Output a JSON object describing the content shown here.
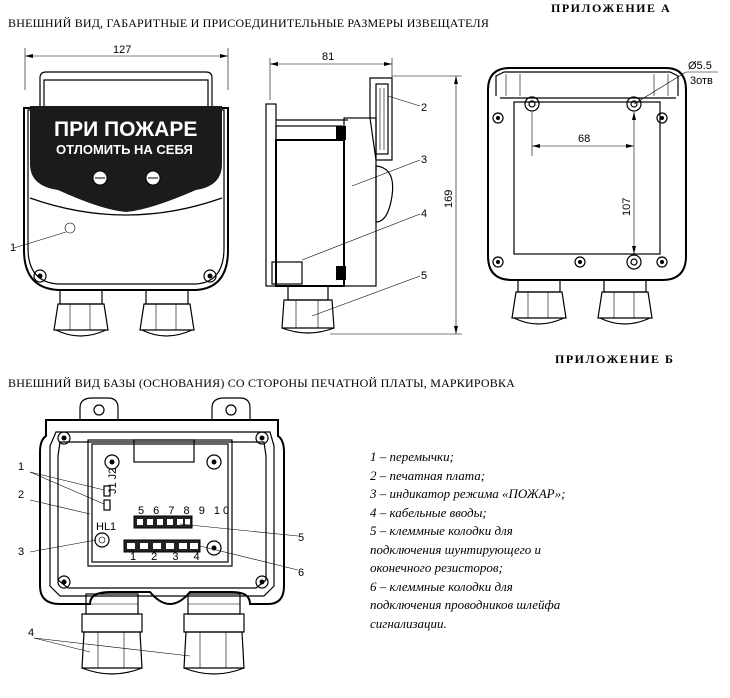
{
  "header": {
    "appendix_a": "ПРИЛОЖЕНИЕ А",
    "title_a": "ВНЕШНИЙ ВИД, ГАБАРИТНЫЕ И ПРИСОЕДИНИТЕЛЬНЫЕ РАЗМЕРЫ ИЗВЕЩАТЕЛЯ",
    "appendix_b": "ПРИЛОЖЕНИЕ Б",
    "title_b": "ВНЕШНИЙ ВИД БАЗЫ (ОСНОВАНИЯ) СО СТОРОНЫ ПЕЧАТНОЙ ПЛАТЫ, МАРКИРОВКА"
  },
  "front_view": {
    "width_dim": "127",
    "label_line1": "ПРИ ПОЖАРЕ",
    "label_line2": "ОТЛОМИТЬ НА СЕБЯ",
    "callout_1": "1"
  },
  "side_view": {
    "depth_dim": "81",
    "height_dim": "169",
    "callouts": [
      "2",
      "3",
      "4",
      "5"
    ]
  },
  "back_view": {
    "hole_dim": "Ø5.5",
    "hole_count": "3отв",
    "horiz_dim": "68",
    "vert_dim": "107"
  },
  "base_view": {
    "callouts_left": [
      "1",
      "2",
      "3",
      "4"
    ],
    "callouts_right": [
      "5",
      "6"
    ],
    "terminal_top_nums": "5 6 7 8 9 10",
    "terminal_bottom_nums": "1 2 3 4",
    "jumper_label": "J1 J2",
    "indicator_label": "HL1"
  },
  "legend": [
    "1 – перемычки;",
    "2 – печатная плата;",
    "3 – индикатор режима «ПОЖАР»;",
    "4 – кабельные вводы;",
    "5 – клеммные колодки для",
    "подключения шунтирующего и",
    "оконечного резисторов;",
    "6 – клеммные колодки для",
    "подключения проводников шлейфа",
    "сигнализации."
  ]
}
